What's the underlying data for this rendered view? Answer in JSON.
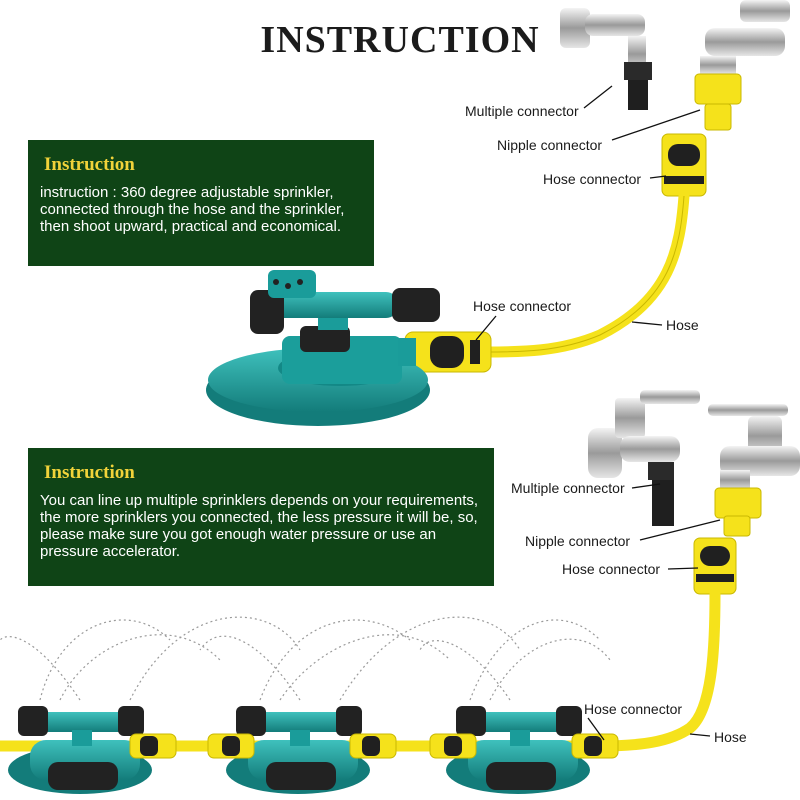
{
  "title": "INSTRUCTION",
  "panel_top": {
    "heading": "Instruction",
    "text": "instruction : 360 degree adjustable sprinkler, connected through the hose and the sprinkler, then shoot upward, practical and economical."
  },
  "panel_bottom": {
    "heading": "Instruction",
    "text": "You can line up multiple sprinklers depends on your requirements, the more sprinklers you connected, the less pressure it will be, so, please make sure you got enough water pressure or use an pressure accelerator."
  },
  "labels_top": {
    "multiple_connector": "Multiple connector",
    "nipple_connector": "Nipple connector",
    "hose_connector_upper": "Hose connector",
    "hose_connector_lower": "Hose connector",
    "hose": "Hose"
  },
  "labels_bottom": {
    "multiple_connector": "Multiple connector",
    "nipple_connector": "Nipple connector",
    "hose_connector_upper": "Hose connector",
    "hose_connector_lower": "Hose connector",
    "hose": "Hose"
  },
  "colors": {
    "panel_bg": "#0f4416",
    "panel_heading": "#f1d33a",
    "sprinkler_teal": "#1a9c9a",
    "hose_yellow": "#f5e21b",
    "connector_black": "#202020"
  }
}
